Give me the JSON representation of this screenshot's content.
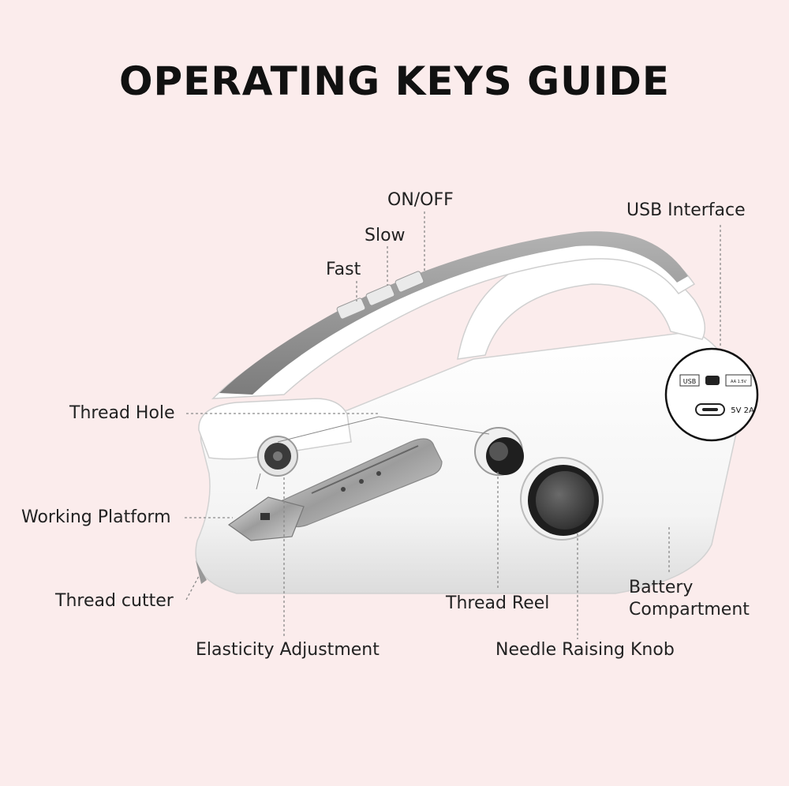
{
  "title": "OPERATING KEYS GUIDE",
  "colors": {
    "background": "#fbecec",
    "body": "#ffffff",
    "accent_grey": "#8e8e8e",
    "knob_dark": "#2b2b2b"
  },
  "labels": {
    "on_off": "ON/OFF",
    "slow": "Slow",
    "fast": "Fast",
    "usb_interface": "USB Interface",
    "thread_hole": "Thread Hole",
    "working_platform": "Working Platform",
    "thread_cutter": "Thread cutter",
    "elasticity_adjustment": "Elasticity Adjustment",
    "thread_reel": "Thread Reel",
    "needle_raising_knob": "Needle Raising Knob",
    "battery_compartment_line1": "Battery",
    "battery_compartment_line2": "Compartment"
  },
  "usb_inset": {
    "usb_tag": "USB",
    "spec_tag": "AA 1.5V",
    "power_spec": "5V 2A"
  }
}
